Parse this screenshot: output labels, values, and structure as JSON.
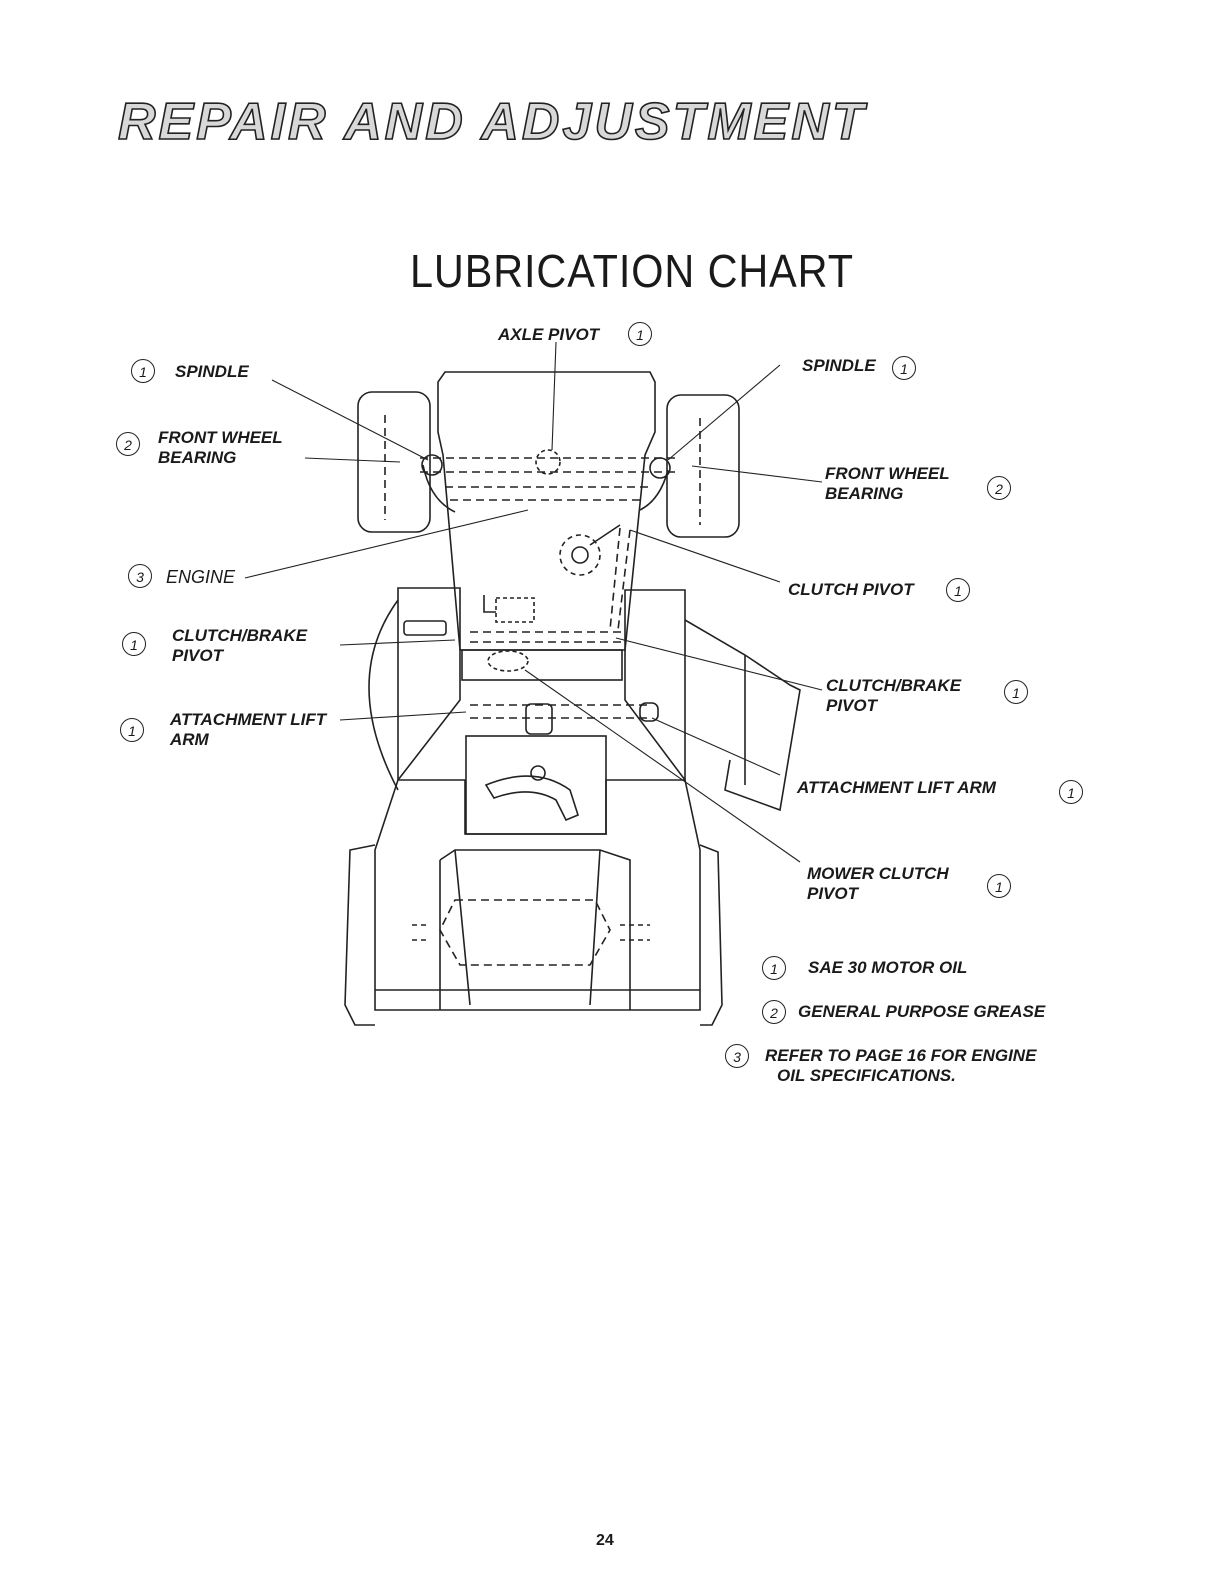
{
  "header": {
    "title": "REPAIR AND ADJUSTMENT"
  },
  "chart": {
    "title": "LUBRICATION CHART"
  },
  "callouts": {
    "axle_pivot": {
      "label": "AXLE PIVOT",
      "num": "1"
    },
    "spindle_left": {
      "label": "SPINDLE",
      "num": "1"
    },
    "spindle_right": {
      "label": "SPINDLE",
      "num": "1"
    },
    "front_wheel_left": {
      "line1": "FRONT WHEEL",
      "line2": "BEARING",
      "num": "2"
    },
    "front_wheel_right": {
      "line1": "FRONT WHEEL",
      "line2": "BEARING",
      "num": "2"
    },
    "engine": {
      "label": "ENGINE",
      "num": "3"
    },
    "clutch_pivot": {
      "label": "CLUTCH PIVOT",
      "num": "1"
    },
    "clutch_brake_left": {
      "line1": "CLUTCH/BRAKE",
      "line2": "PIVOT",
      "num": "1"
    },
    "clutch_brake_right": {
      "line1": "CLUTCH/BRAKE",
      "line2": "PIVOT",
      "num": "1"
    },
    "attachment_left": {
      "line1": "ATTACHMENT LIFT",
      "line2": "ARM",
      "num": "1"
    },
    "attachment_right": {
      "label": "ATTACHMENT LIFT ARM",
      "num": "1"
    },
    "mower_clutch": {
      "line1": "MOWER CLUTCH",
      "line2": "PIVOT",
      "num": "1"
    }
  },
  "legend": [
    {
      "num": "1",
      "text": "SAE 30 MOTOR OIL"
    },
    {
      "num": "2",
      "text": "GENERAL PURPOSE GREASE"
    },
    {
      "num": "3",
      "text": "REFER TO PAGE 16 FOR ENGINE",
      "text2": "OIL SPECIFICATIONS."
    }
  ],
  "footer": {
    "page_number": "24"
  }
}
